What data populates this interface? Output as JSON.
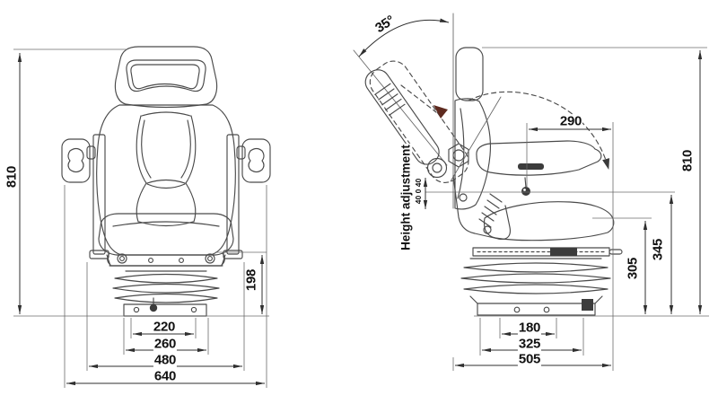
{
  "colors": {
    "background": "#ffffff",
    "drawing_line": "#4a4a4a",
    "dimension_line": "#2f2f2f",
    "label_text": "#111111",
    "fold_arrow": "#5e2a1f"
  },
  "front_view": {
    "dims": {
      "h810": "810",
      "h198": "198",
      "w220": "220",
      "w260": "260",
      "w480": "480",
      "w640": "640"
    }
  },
  "side_view": {
    "dims": {
      "angle35": "35°",
      "w290": "290",
      "h810": "810",
      "h345": "345",
      "h305": "305",
      "w180": "180",
      "w325": "325",
      "w505": "505"
    },
    "labels": {
      "height_adjustment": "Height adjustment",
      "adjustment_range": "40 0 40"
    }
  }
}
